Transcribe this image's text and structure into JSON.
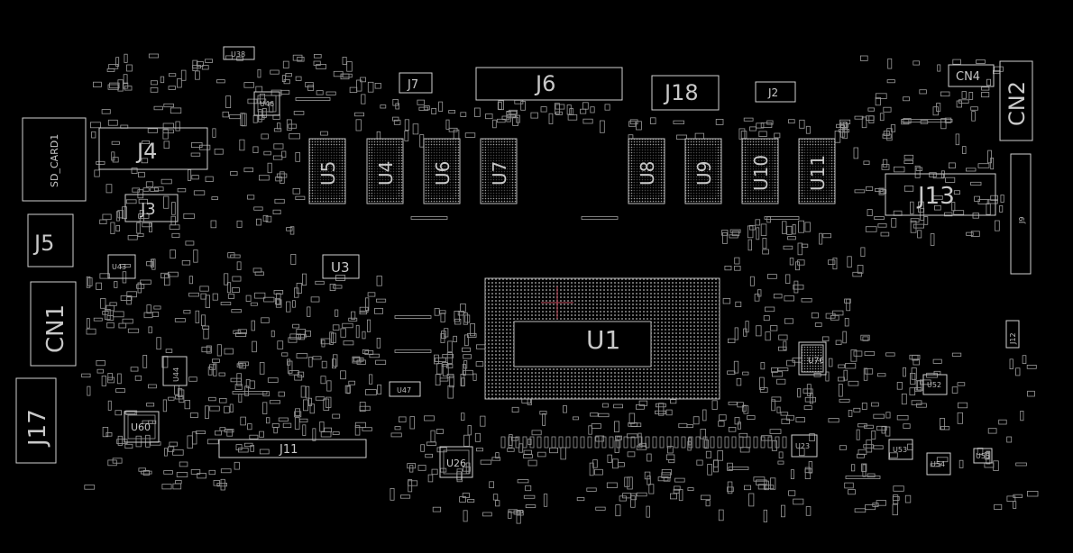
{
  "labels": {
    "U38": "U38",
    "J7": "J7",
    "J6": "J6",
    "J18": "J18",
    "J2": "J2",
    "CN4": "CN4",
    "CN2": "CN2",
    "U46": "U46",
    "J4": "J4",
    "SD_CARD1": "SD_CARD1",
    "J3": "J3",
    "J5": "J5",
    "CN1": "CN1",
    "J17": "J17",
    "U5": "U5",
    "U4": "U4",
    "U6": "U6",
    "U7": "U7",
    "U8": "U8",
    "U9": "U9",
    "U10": "U10",
    "U11": "U11",
    "J13": "J13",
    "J9": "J9",
    "U3": "U3",
    "U1": "U1",
    "U43": "U43",
    "U60": "U60",
    "U44": "U44",
    "U47": "U47",
    "J11": "J11",
    "U26": "U26",
    "U52": "U52",
    "U53": "U53",
    "U54": "U54",
    "U23": "U23",
    "J12": "J12",
    "U76": "U76",
    "U55": "U55"
  },
  "colors": {
    "background": "#000000",
    "outline": "#cfcfcf",
    "cross": "#c0485a"
  }
}
